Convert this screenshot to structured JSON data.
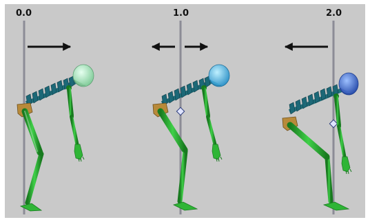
{
  "labels": {
    "left": "0.0",
    "middle": "1.0",
    "right": "2.0"
  },
  "colors": {
    "background": "#c9c9c9",
    "frame": "#ffffff",
    "limb_green": "#2fb536",
    "limb_green_dark": "#187a1f",
    "spine_teal": "#1f6e7a",
    "pelvis": "#b88a3a",
    "vertical_line": "#8c8c96",
    "arrow": "#111111",
    "skull_left": "#a8e2b7",
    "skull_middle": "#4fb3e0",
    "skull_right": "#4a78d0"
  },
  "arrows": {
    "left_panel": [
      "right"
    ],
    "middle_panel": [
      "left",
      "right"
    ],
    "right_panel": [
      "left"
    ]
  },
  "figures": [
    {
      "name": "left-figure",
      "skull_color_key": "skull_left",
      "marker": false
    },
    {
      "name": "middle-figure",
      "skull_color_key": "skull_middle",
      "marker": true
    },
    {
      "name": "right-figure",
      "skull_color_key": "skull_right",
      "marker": true
    }
  ]
}
